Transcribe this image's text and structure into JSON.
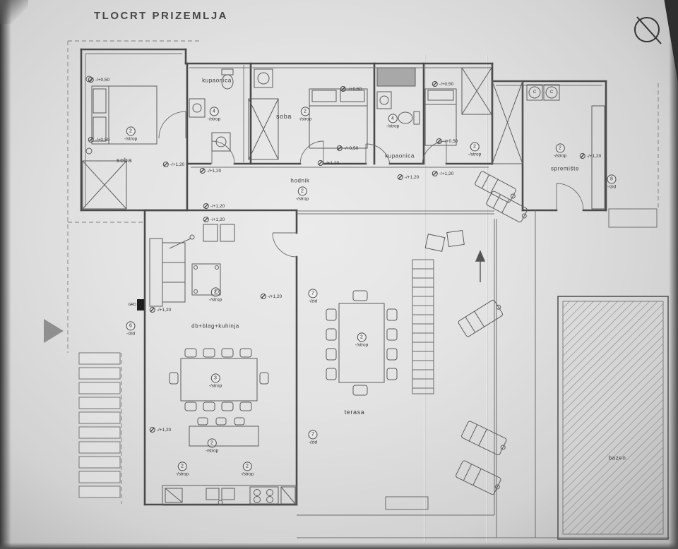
{
  "title": "TLOCRT PRIZEMLJA",
  "rooms": [
    {
      "label": "soba"
    },
    {
      "label": "kupaonica"
    },
    {
      "label": "soba"
    },
    {
      "label": "kupaonica"
    },
    {
      "label": "spremište"
    },
    {
      "label": "hodnik"
    },
    {
      "label": "db+blag+kuhinja"
    },
    {
      "label": "terasa"
    },
    {
      "label": "bazen"
    }
  ],
  "markers": [
    {
      "num": "2",
      "label": "-/strop"
    },
    {
      "num": "4",
      "label": "-/strop"
    },
    {
      "num": "2",
      "label": "-/strop"
    },
    {
      "num": "4",
      "label": "-/strop"
    },
    {
      "num": "2",
      "label": "-/strop"
    },
    {
      "num": "2",
      "label": "-/strop"
    },
    {
      "num": "8",
      "label": "-/zid"
    },
    {
      "num": "2",
      "label": "-/strop"
    },
    {
      "num": "2",
      "label": "-/strop"
    },
    {
      "num": "7",
      "label": "-/zid"
    },
    {
      "num": "6",
      "label": "-/zid"
    },
    {
      "num": "2",
      "label": "-/strop"
    },
    {
      "num": "3",
      "label": "-/strop"
    },
    {
      "num": "2",
      "label": "-/strop"
    },
    {
      "num": "7",
      "label": "-/zid"
    },
    {
      "num": "2",
      "label": "-/strop"
    },
    {
      "num": "2",
      "label": "-/strop"
    }
  ],
  "elevations": [
    "-/+0,50",
    "-/+0,50",
    "-/+1,20",
    "-/+1,20",
    "-/+0,50",
    "-/+0,50",
    "-/+1,20",
    "-/+0,50",
    "-/+0,50",
    "-/+1,20",
    "-/+1,20",
    "-/+1,20",
    "-/+1,20",
    "-/+1,20",
    "-/+1,20",
    "-/+1,20",
    "-/+1,20"
  ],
  "panel": {
    "label": "GRO"
  },
  "appliances": {
    "left": "C",
    "right": "C"
  },
  "colors": {
    "line": "#4a4a4a",
    "paper": "#e3e3e3",
    "accent_dark": "#2e2e2e"
  }
}
